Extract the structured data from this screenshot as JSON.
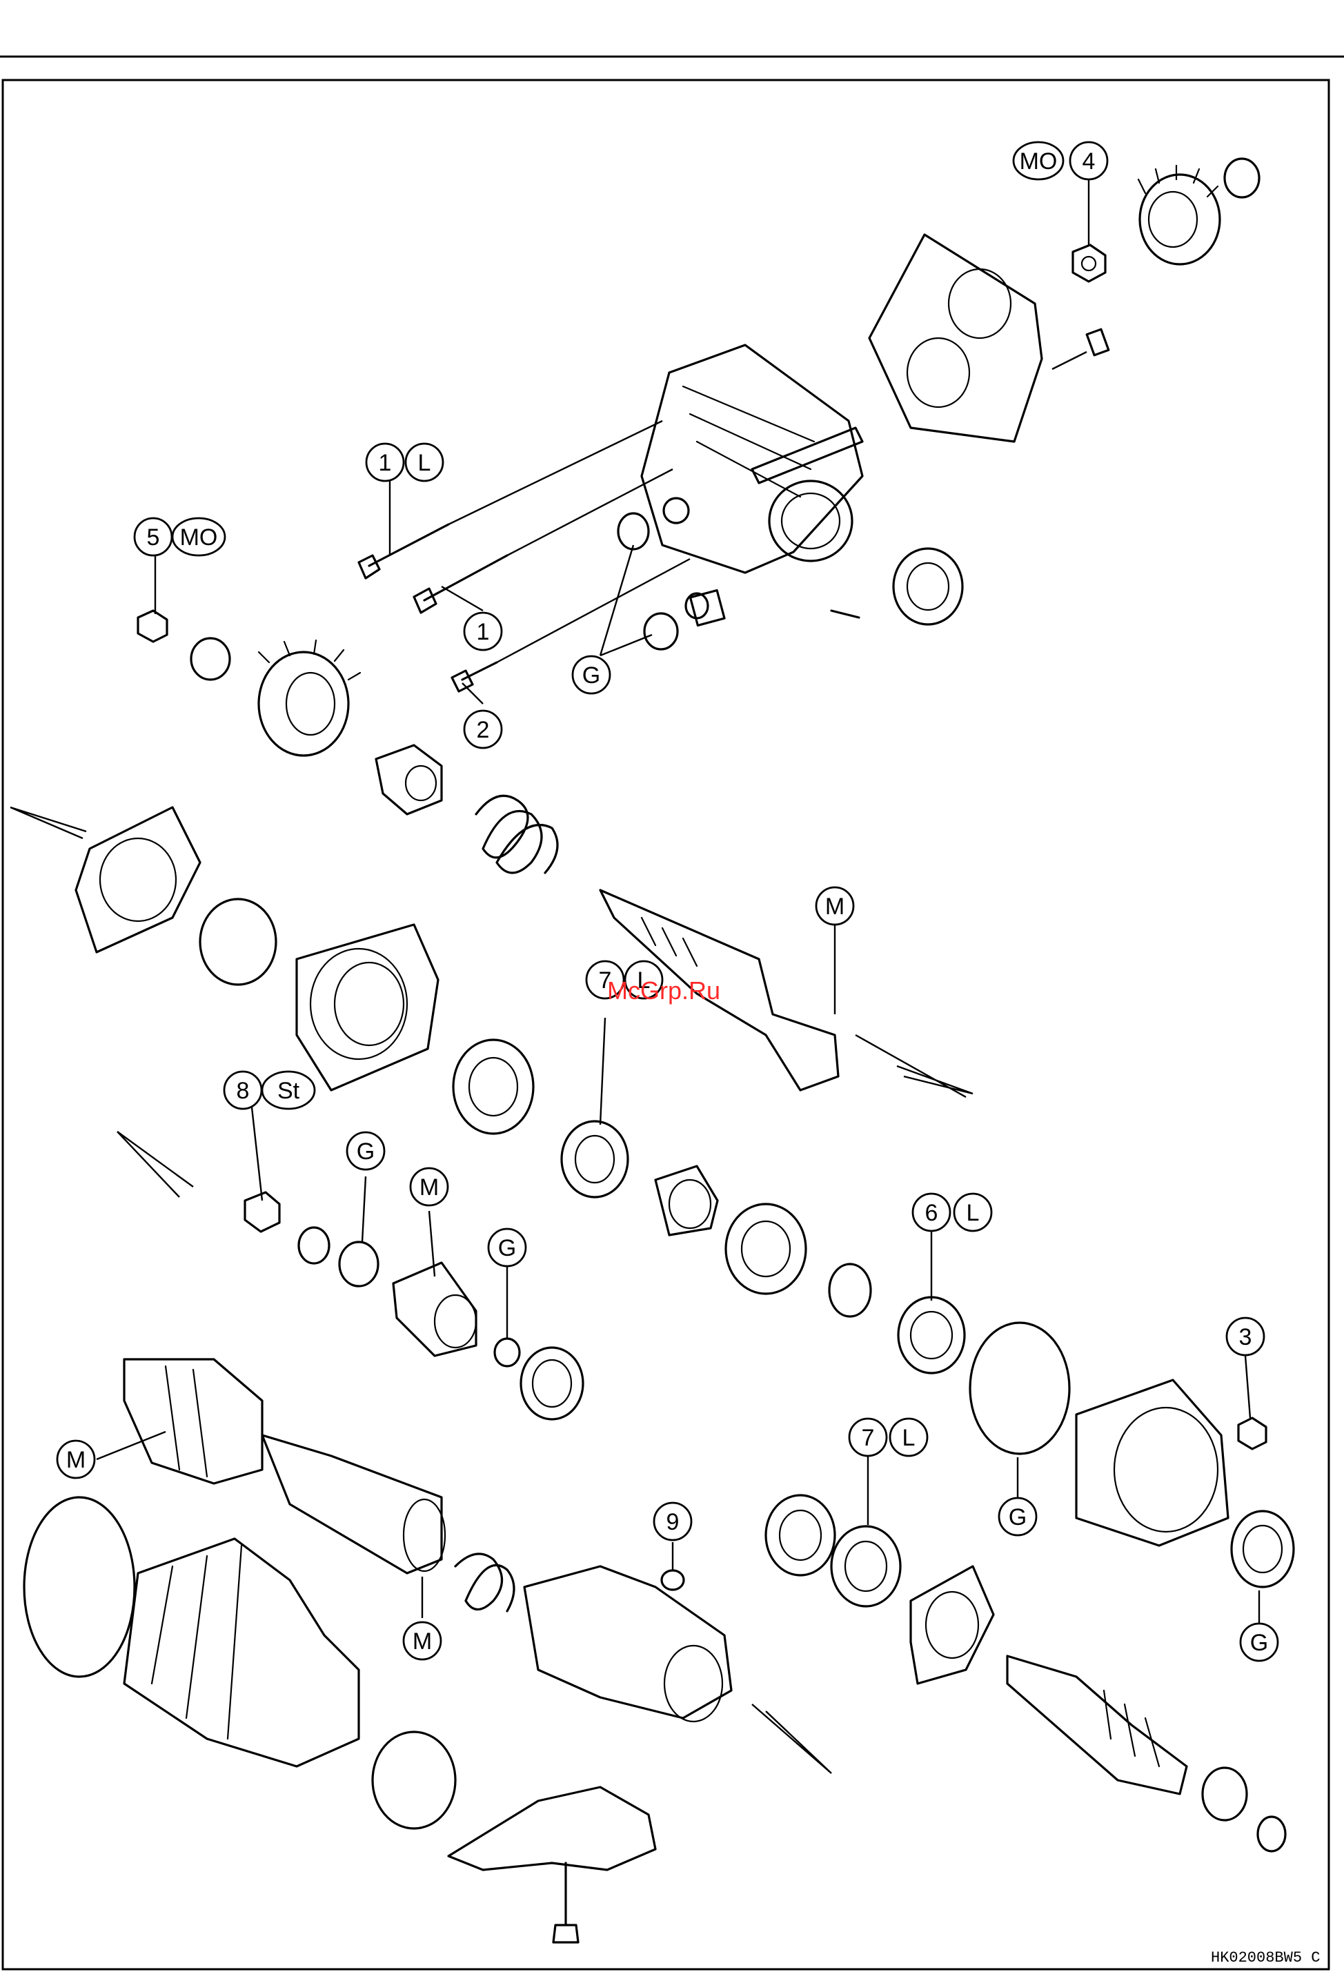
{
  "watermark": "McGrp.Ru",
  "figure_code": "HK02008BW5 C",
  "callouts": [
    {
      "id": "c-mo-4",
      "labels": [
        "MO",
        "4"
      ]
    },
    {
      "id": "c-1-l",
      "labels": [
        "1",
        "L"
      ]
    },
    {
      "id": "c-5-mo",
      "labels": [
        "5",
        "MO"
      ]
    },
    {
      "id": "c-1",
      "labels": [
        "1"
      ]
    },
    {
      "id": "c-g-1",
      "labels": [
        "G"
      ]
    },
    {
      "id": "c-2",
      "labels": [
        "2"
      ]
    },
    {
      "id": "c-m-1",
      "labels": [
        "M"
      ]
    },
    {
      "id": "c-7-l-1",
      "labels": [
        "7",
        "L"
      ]
    },
    {
      "id": "c-8-st",
      "labels": [
        "8",
        "St"
      ]
    },
    {
      "id": "c-g-2",
      "labels": [
        "G"
      ]
    },
    {
      "id": "c-m-2",
      "labels": [
        "M"
      ]
    },
    {
      "id": "c-g-3",
      "labels": [
        "G"
      ]
    },
    {
      "id": "c-6-l",
      "labels": [
        "6",
        "L"
      ]
    },
    {
      "id": "c-3",
      "labels": [
        "3"
      ]
    },
    {
      "id": "c-m-3",
      "labels": [
        "M"
      ]
    },
    {
      "id": "c-7-l-2",
      "labels": [
        "7",
        "L"
      ]
    },
    {
      "id": "c-9",
      "labels": [
        "9"
      ]
    },
    {
      "id": "c-g-4",
      "labels": [
        "G"
      ]
    },
    {
      "id": "c-m-4",
      "labels": [
        "M"
      ]
    },
    {
      "id": "c-g-5",
      "labels": [
        "G"
      ]
    }
  ]
}
